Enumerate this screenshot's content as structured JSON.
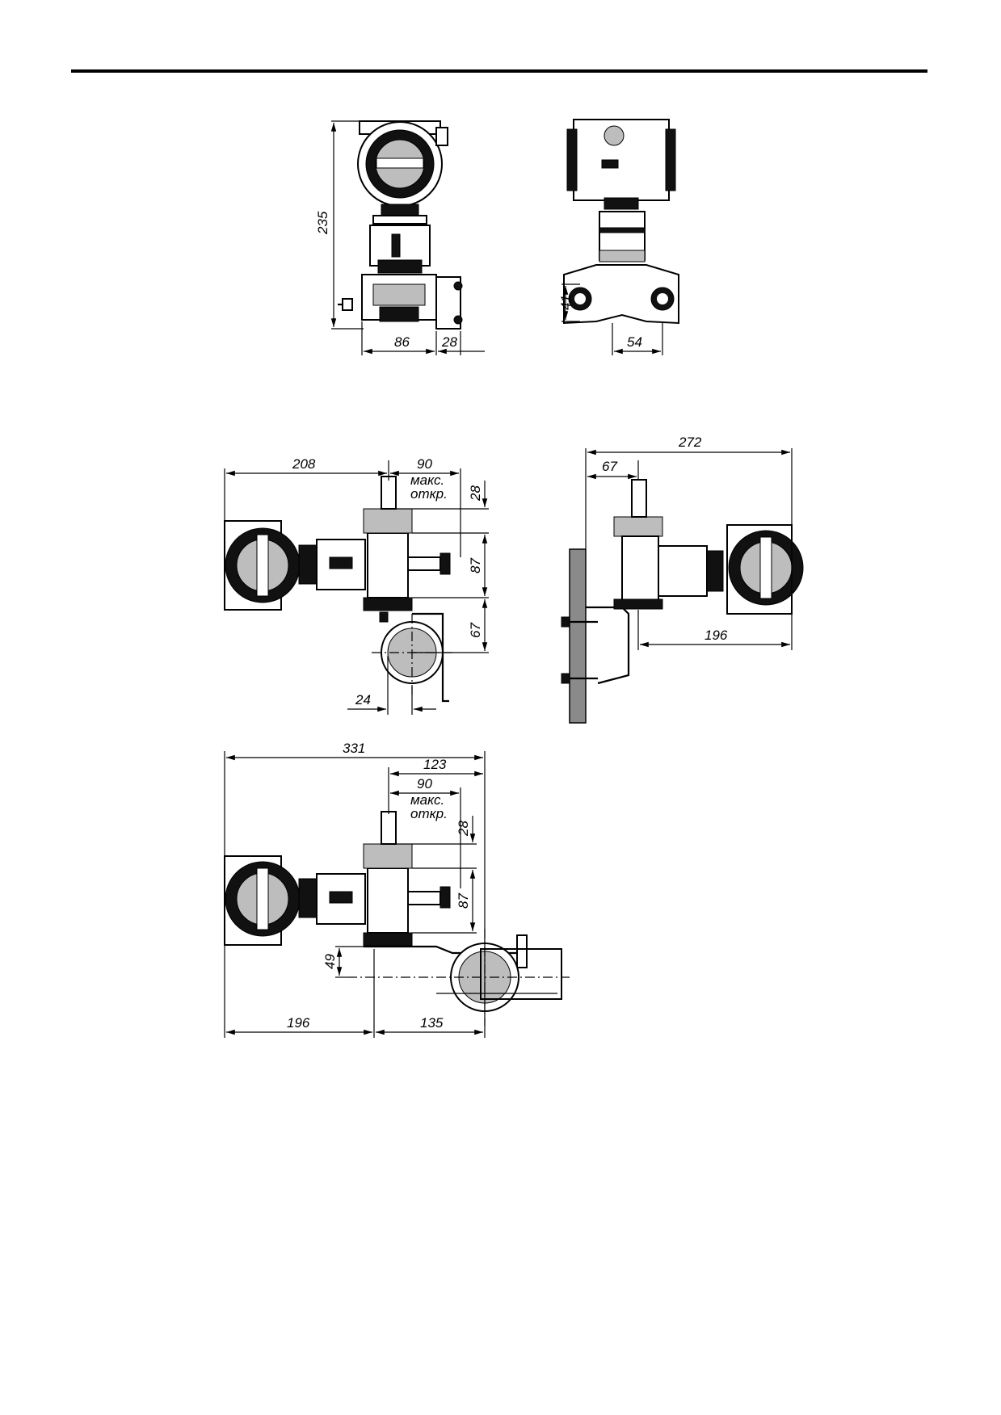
{
  "page": {
    "header_rule": true
  },
  "view1": {
    "height_235": "235",
    "width_86": "86",
    "width_28": "28"
  },
  "view2": {
    "height_41": "41",
    "width_54": "54"
  },
  "view3": {
    "d208": "208",
    "d90": "90",
    "maks": "макс.",
    "otkr": "откр.",
    "d28": "28",
    "d87": "87",
    "d67": "67",
    "d24": "24"
  },
  "view4": {
    "d272": "272",
    "d67": "67",
    "d196": "196"
  },
  "view5": {
    "d331": "331",
    "d123": "123",
    "d90": "90",
    "maks": "макс.",
    "otkr": "откр.",
    "d28": "28",
    "d87": "87",
    "d49": "49",
    "d196": "196",
    "d135": "135"
  }
}
